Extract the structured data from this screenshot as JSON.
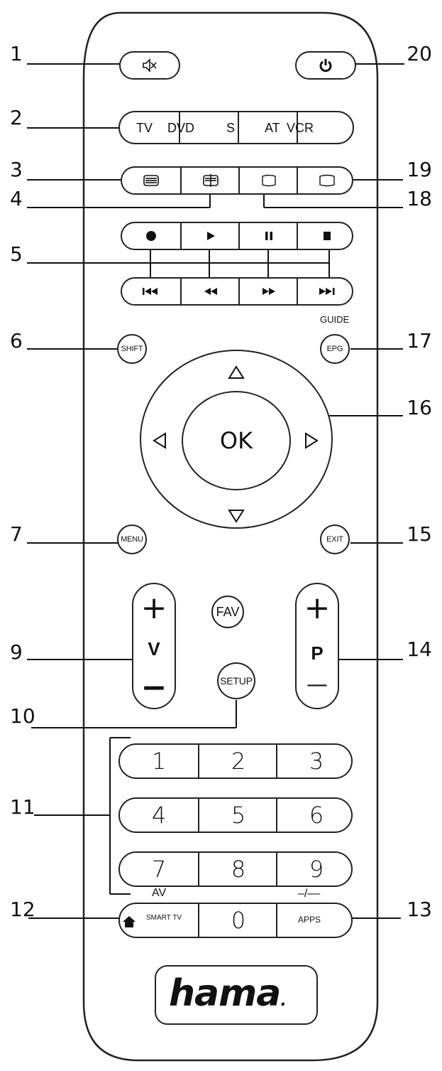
{
  "callouts": {
    "left": [
      "1",
      "2",
      "3",
      "4",
      "5",
      "6",
      "7",
      "9",
      "10",
      "11",
      "12"
    ],
    "right": [
      "20",
      "19",
      "18",
      "17",
      "16",
      "15",
      "14",
      "13"
    ]
  },
  "source_row": [
    "TV",
    "DVD",
    "S",
    "AT",
    "VCR"
  ],
  "labels": {
    "guide": "GUIDE",
    "shift": "SHIFT",
    "epg": "EPG",
    "ok": "OK",
    "menu": "MENU",
    "exit": "EXIT",
    "fav": "FAV",
    "setup": "SETUP",
    "vol_plus": "+",
    "vol_letter": "V",
    "vol_minus": "−",
    "prog_plus": "+",
    "prog_letter": "P",
    "prog_minus": "—",
    "av": "AV",
    "smart_tv": "SMART TV",
    "dash": "–/––",
    "apps": "APPS",
    "brand": "hama",
    "brand_dot": "."
  },
  "numpad": [
    "1",
    "2",
    "3",
    "4",
    "5",
    "6",
    "7",
    "8",
    "9",
    "0"
  ],
  "icons": [
    "mute-icon",
    "power-icon",
    "teletext-icon",
    "teletext-mix-icon",
    "color-button-icon",
    "record-icon",
    "play-icon",
    "pause-icon",
    "stop-icon",
    "skip-back-icon",
    "rewind-icon",
    "fast-forward-icon",
    "skip-forward-icon",
    "arrow-up-icon",
    "arrow-down-icon",
    "arrow-left-icon",
    "arrow-right-icon",
    "home-icon"
  ]
}
